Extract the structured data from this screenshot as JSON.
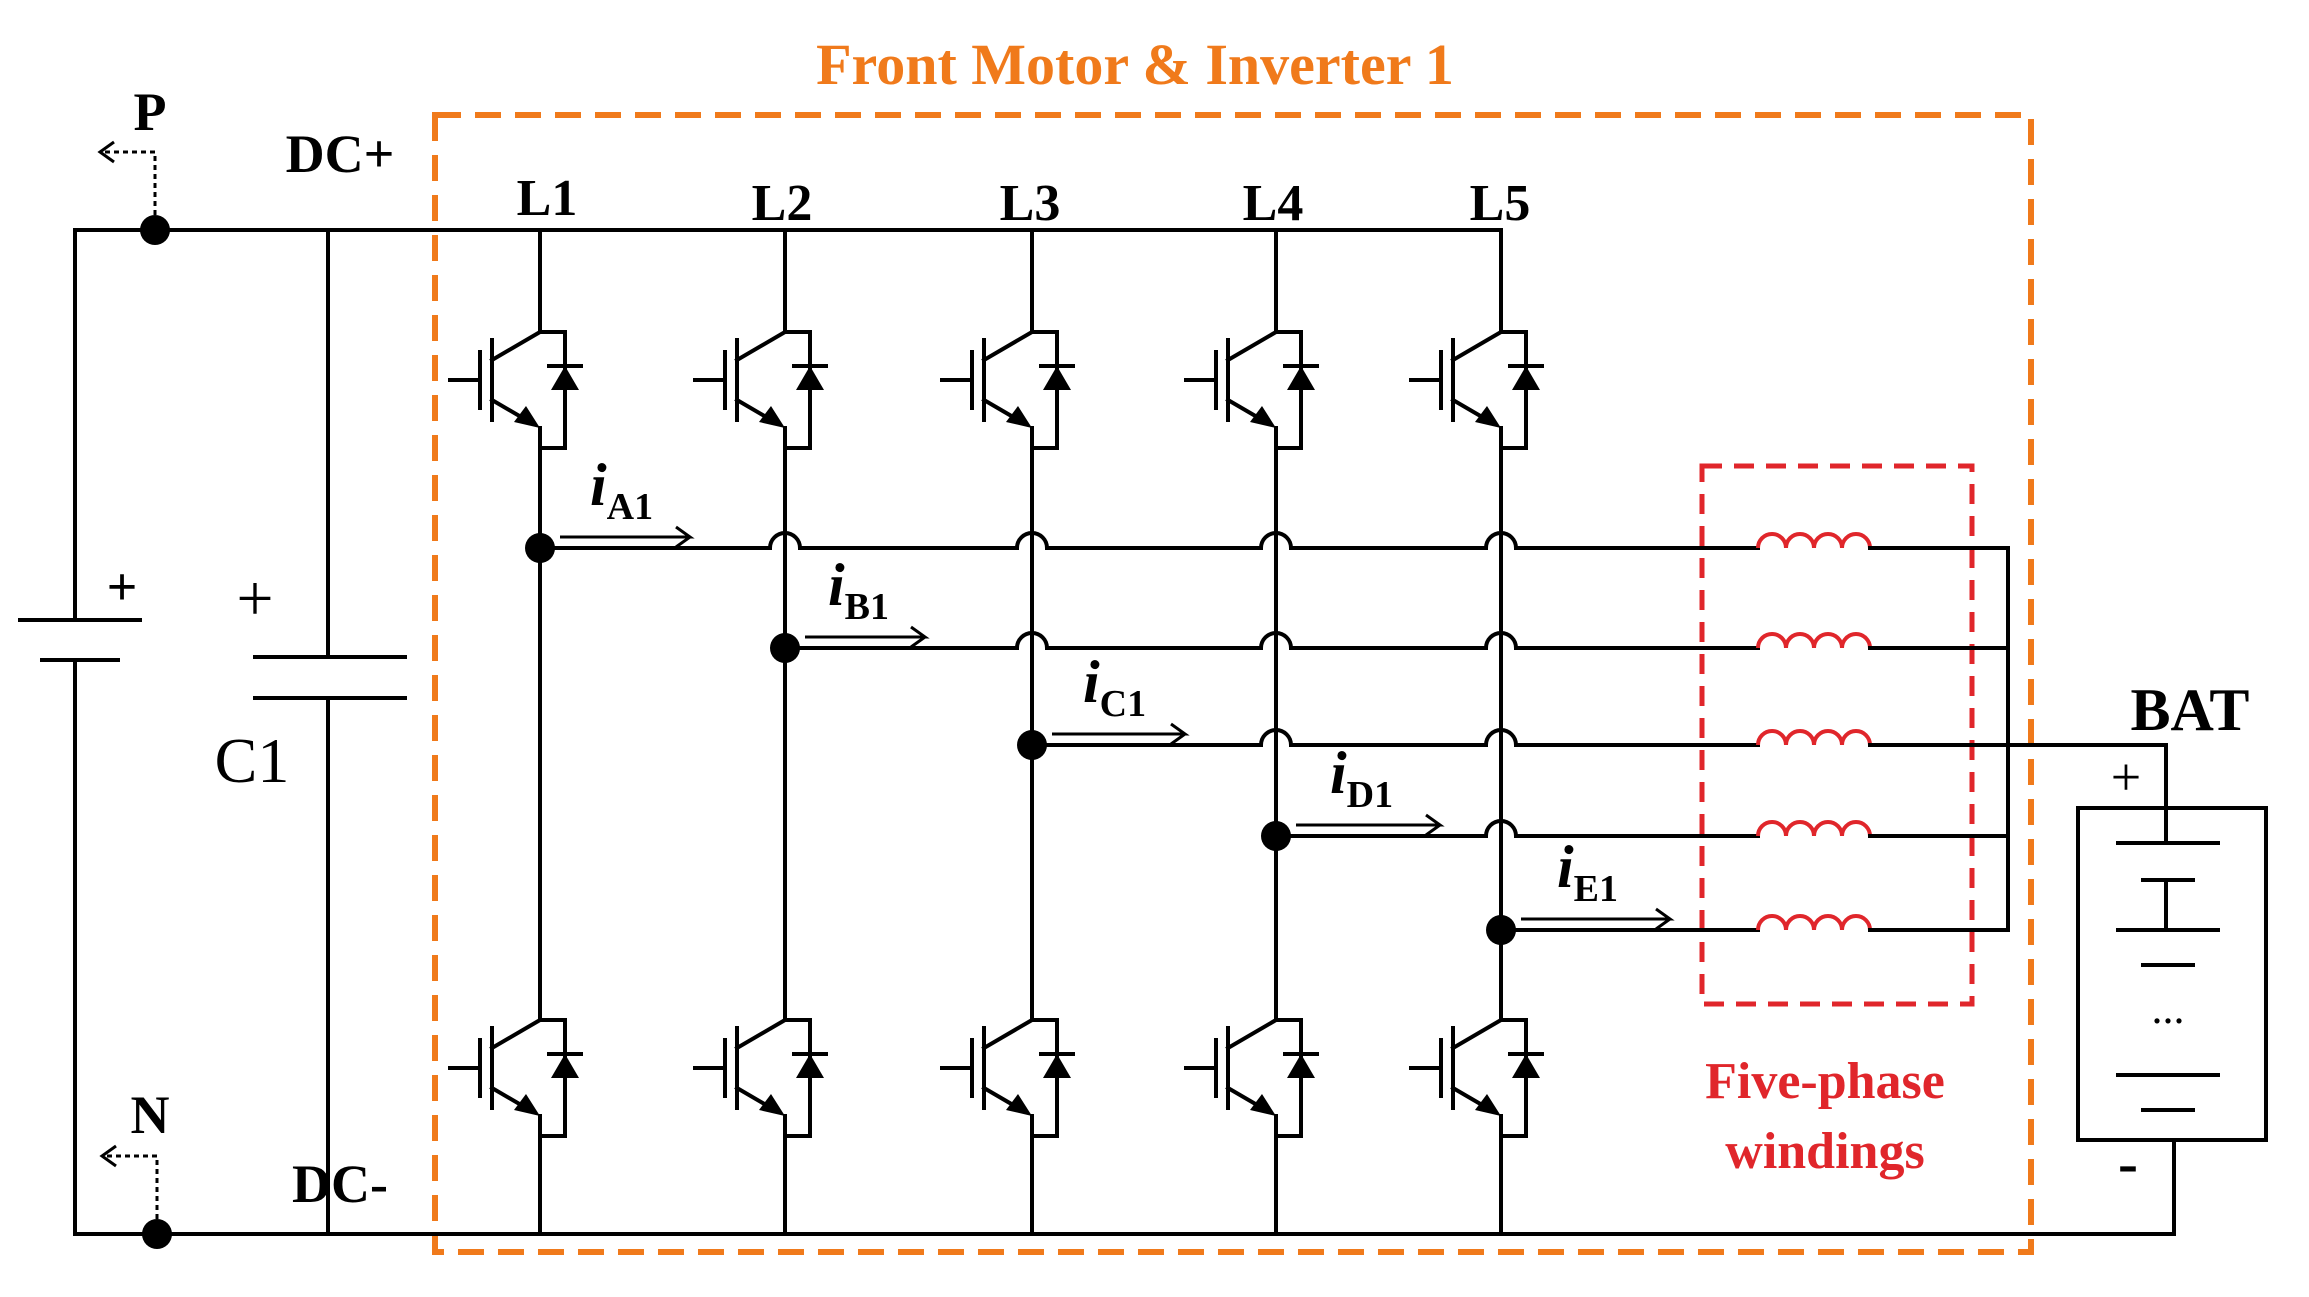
{
  "title": "Front Motor & Inverter 1",
  "terminals": {
    "p": "P",
    "n": "N",
    "dc_plus": "DC+",
    "dc_minus": "DC-"
  },
  "capacitor": {
    "label": "C1",
    "plus": "+"
  },
  "source_plus": "+",
  "legs": [
    "L1",
    "L2",
    "L3",
    "L4",
    "L5"
  ],
  "currents": [
    {
      "sym": "i",
      "sub": "A1"
    },
    {
      "sym": "i",
      "sub": "B1"
    },
    {
      "sym": "i",
      "sub": "C1"
    },
    {
      "sym": "i",
      "sub": "D1"
    },
    {
      "sym": "i",
      "sub": "E1"
    }
  ],
  "windings": {
    "line1": "Five-phase",
    "line2": "windings"
  },
  "battery": {
    "label": "BAT",
    "plus": "+",
    "minus": "-",
    "dots": "..."
  },
  "colors": {
    "frame": "#F07A1B",
    "windings": "#E0262B",
    "wire": "#000000"
  }
}
